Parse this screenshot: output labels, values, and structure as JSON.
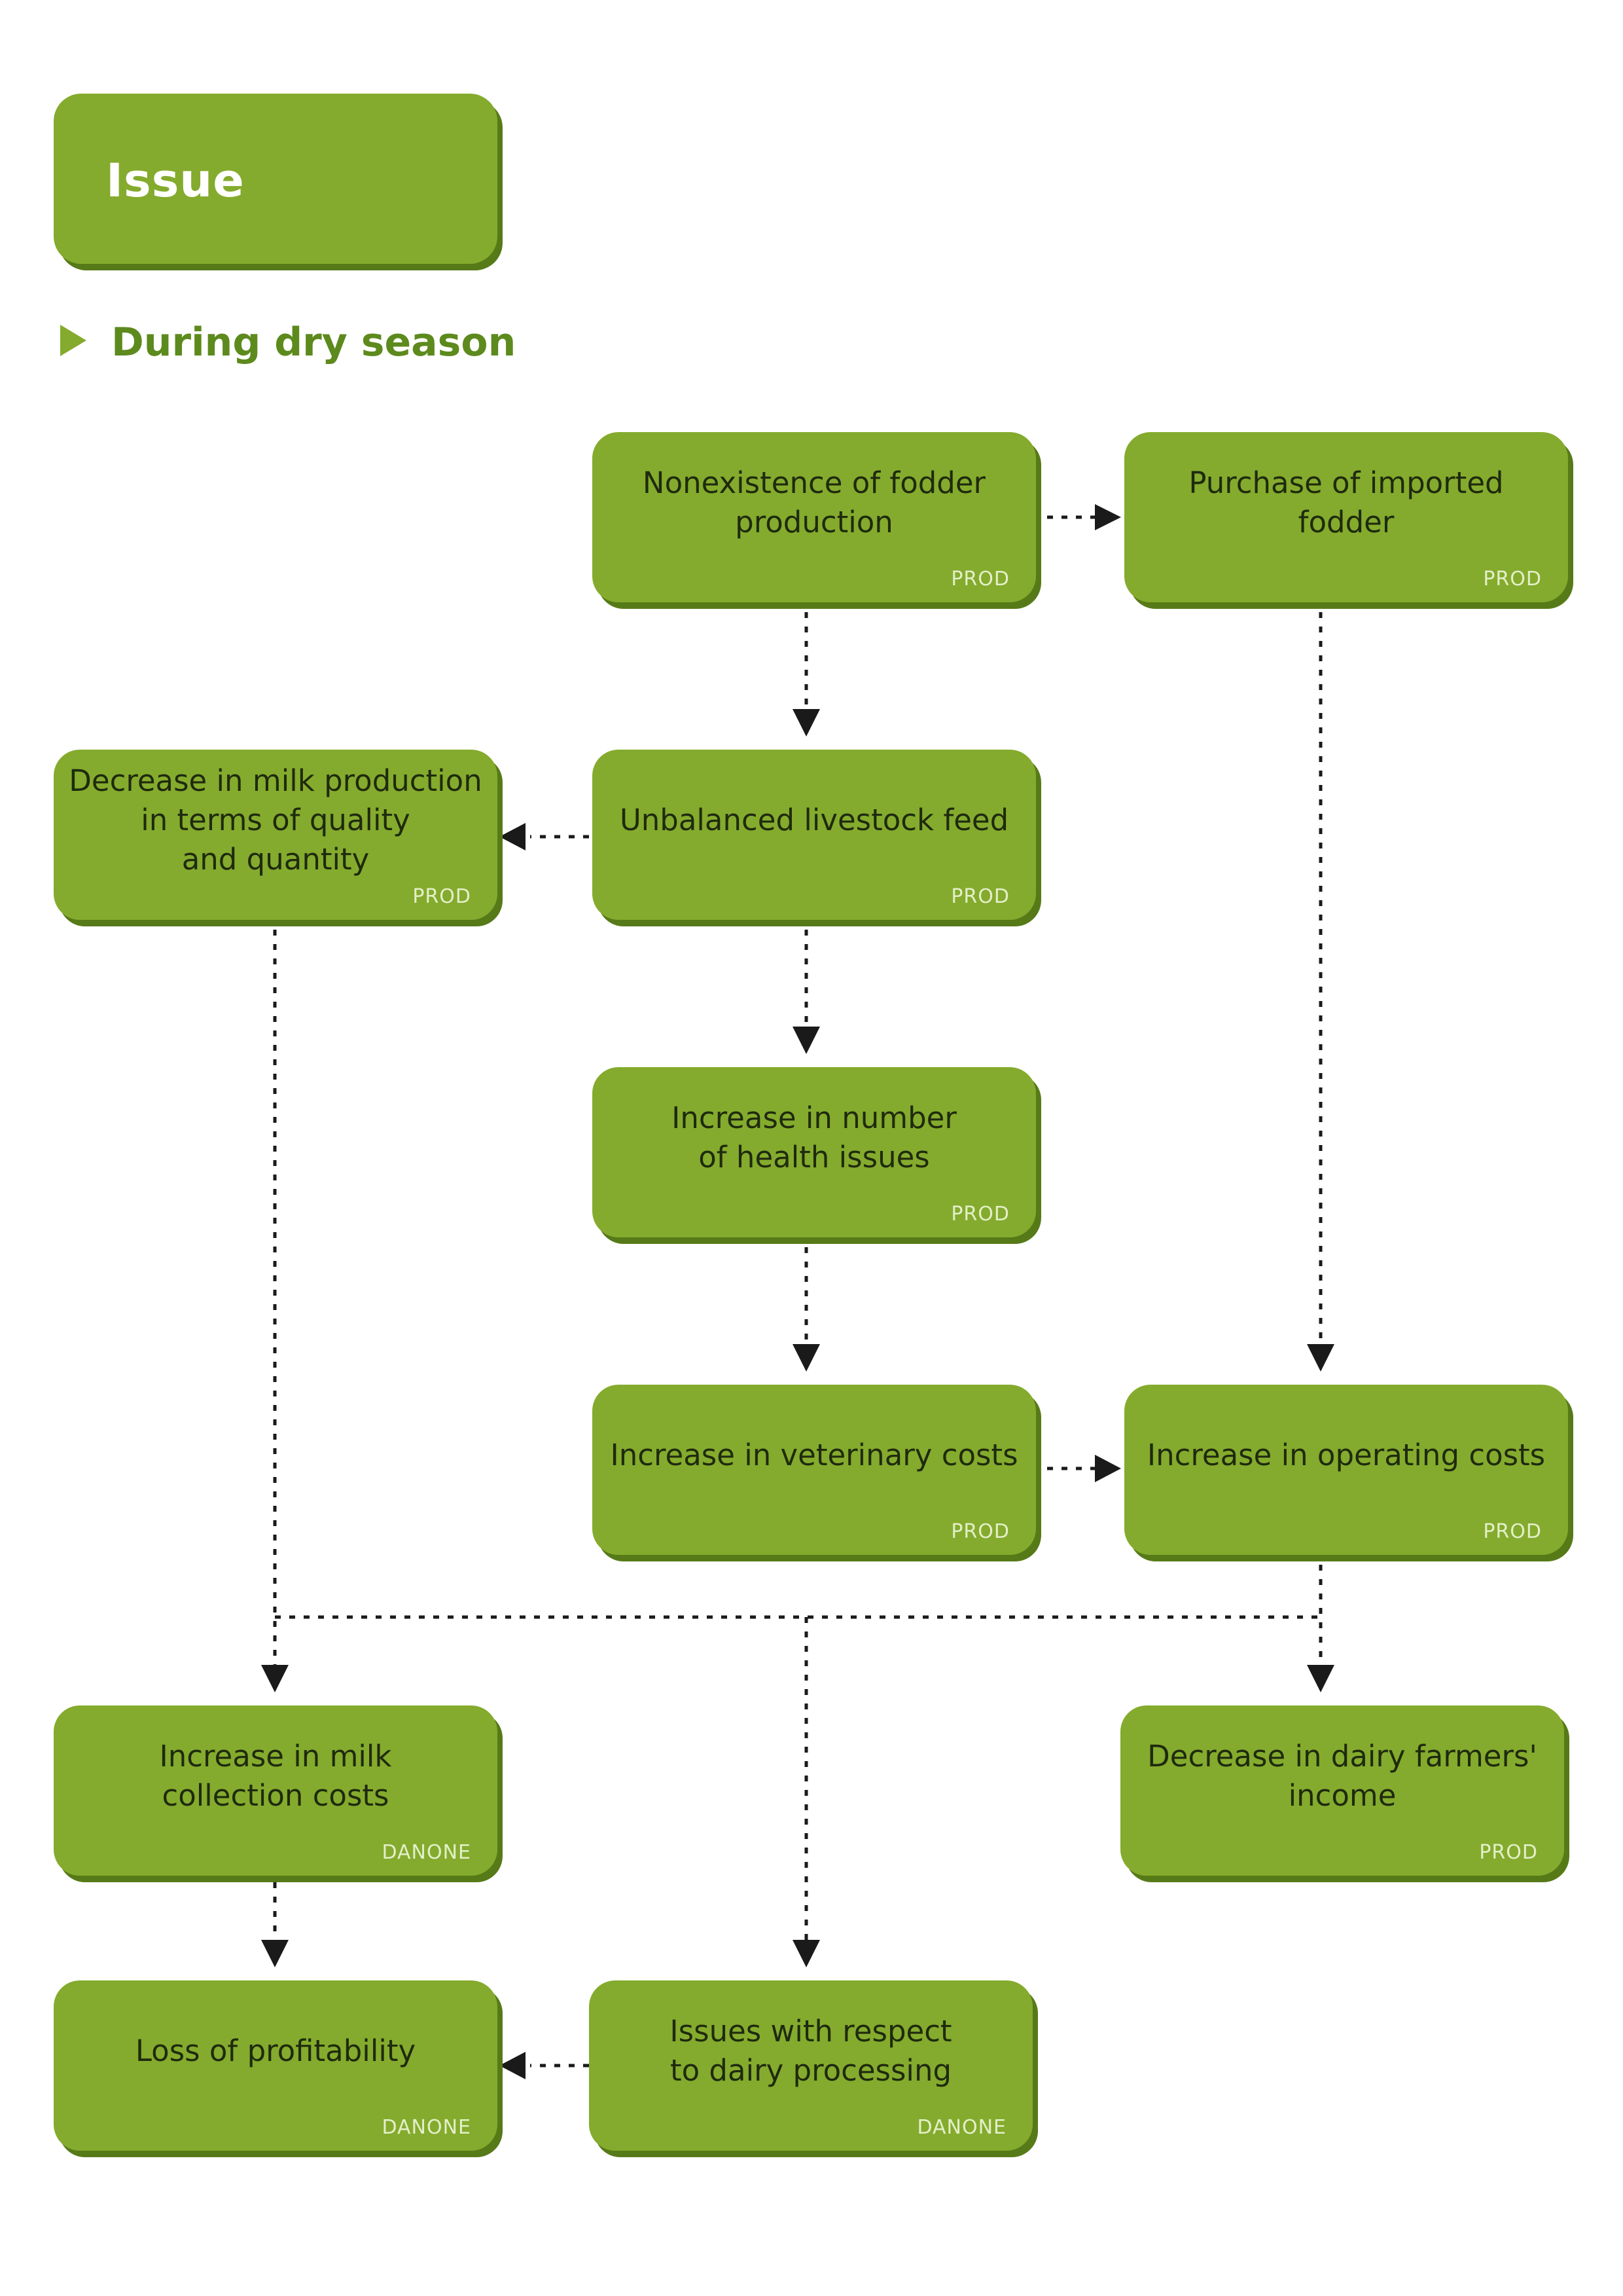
{
  "header": {
    "title": "Issue"
  },
  "section": {
    "title": "During dry season"
  },
  "nodes": {
    "nonexistence_fodder": {
      "text": "Nonexistence of fodder\nproduction",
      "tag": "PROD"
    },
    "purchase_fodder": {
      "text": "Purchase of imported fodder",
      "tag": "PROD"
    },
    "decrease_milk": {
      "text": "Decrease in milk production\nin terms of quality\nand quantity",
      "tag": "PROD"
    },
    "unbalanced_feed": {
      "text": "Unbalanced livestock feed",
      "tag": "PROD"
    },
    "health_issues": {
      "text": "Increase in number\nof health issues",
      "tag": "PROD"
    },
    "veterinary_costs": {
      "text": "Increase in veterinary costs",
      "tag": "PROD"
    },
    "operating_costs": {
      "text": "Increase in operating costs",
      "tag": "PROD"
    },
    "milk_collection_costs": {
      "text": "Increase in milk\ncollection costs",
      "tag": "DANONE"
    },
    "farmers_income": {
      "text": "Decrease in dairy farmers'\nincome",
      "tag": "PROD"
    },
    "loss_profitability": {
      "text": "Loss of profitability",
      "tag": "DANONE"
    },
    "dairy_processing": {
      "text": "Issues with respect\nto dairy processing",
      "tag": "DANONE"
    }
  },
  "colors": {
    "box": "#84ab2d",
    "box_shadow": "#577a18",
    "section_title": "#5d8a1d",
    "box_text": "#1f2a0e",
    "tag_text": "#e4efc9",
    "connector": "#1a1a1a"
  }
}
